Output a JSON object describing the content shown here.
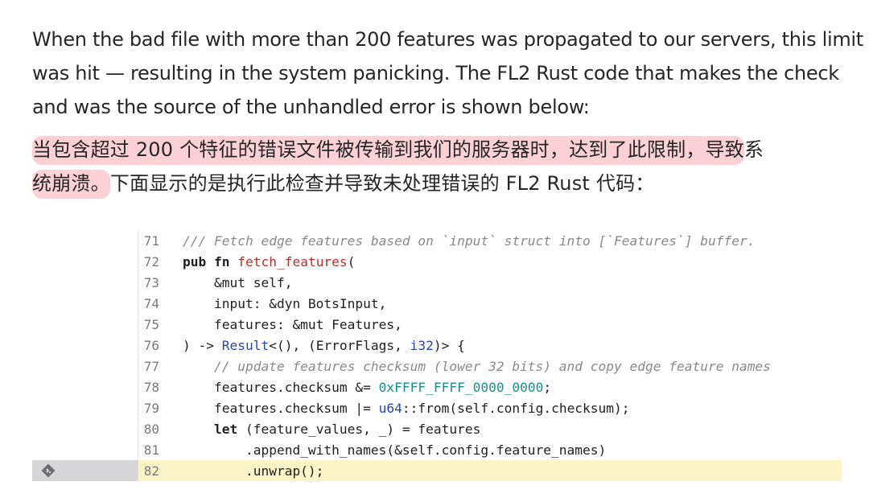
{
  "paragraph_en": [
    "When the bad file with more than 200 features was propagated to our servers, this limit",
    "was hit — resulting in the system panicking. The FL2 Rust code that makes the check",
    "and was the source of the unhandled error is shown below:"
  ],
  "paragraph_zh": {
    "line1_highlight": "当包含超过 200 个特征的错误文件被传输到我们的服务器时，达到了此限制，导致",
    "line1_rest": "系",
    "line2_highlight": "统崩溃。",
    "line2_rest": "下面显示的是执行此检查并导致未处理错误的 FL2 Rust 代码："
  },
  "code": {
    "active_line": 82,
    "gutter_icon": "git-diff-icon",
    "lines": [
      {
        "n": "71"
      },
      {
        "n": "72"
      },
      {
        "n": "73"
      },
      {
        "n": "74"
      },
      {
        "n": "75"
      },
      {
        "n": "76"
      },
      {
        "n": "77"
      },
      {
        "n": "78"
      },
      {
        "n": "79"
      },
      {
        "n": "80"
      },
      {
        "n": "81"
      },
      {
        "n": "82"
      }
    ],
    "l71": "/// Fetch edge features based on `input` struct into [`Features`] buffer.",
    "l72_kw": "pub fn ",
    "l72_fn": "fetch_features",
    "l72_rest": "(",
    "l73": "    &mut self,",
    "l74": "    input: &dyn BotsInput,",
    "l75": "    features: &mut Features,",
    "l76_a": ") -> ",
    "l76_ty": "Result",
    "l76_b": "<(), (ErrorFlags, ",
    "l76_ty2": "i32",
    "l76_c": ")> {",
    "l77": "    // update features checksum (lower 32 bits) and copy edge feature names",
    "l78_a": "    features.checksum &= ",
    "l78_num": "0xFFFF_FFFF_0000_0000",
    "l78_b": ";",
    "l79_a": "    features.checksum |= ",
    "l79_ty": "u64",
    "l79_b": "::from(self.config.checksum);",
    "l80_kw": "    let",
    "l80_rest": " (feature_values, _) = features",
    "l81": "        .append_with_names(&self.config.feature_names)",
    "l82": "        .unwrap();"
  }
}
